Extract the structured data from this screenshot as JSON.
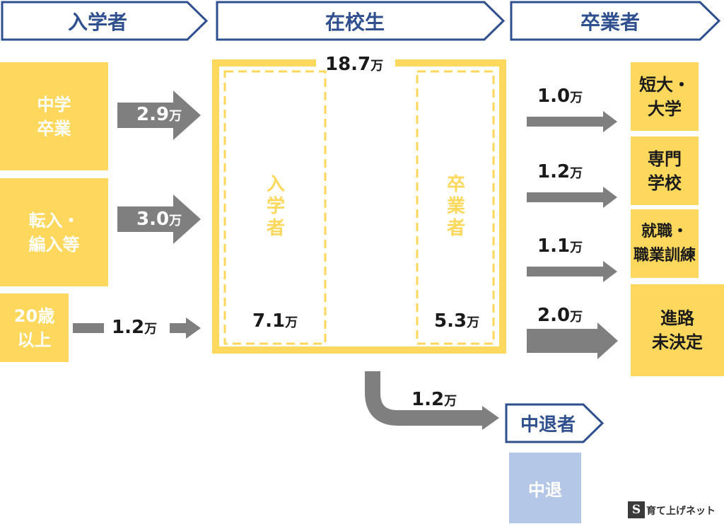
{
  "colors": {
    "yellow": "#fdd85d",
    "arrow_gray": "#7f7f7f",
    "navy": "#2f4f8f",
    "blue_box": "#b4c7e7"
  },
  "headers": {
    "enrollees": "入学者",
    "students": "在校生",
    "graduates": "卒業者",
    "dropouts": "中退者"
  },
  "sources": {
    "junior_high": {
      "label": "中学\n卒業",
      "value": "2.9",
      "unit": "万"
    },
    "transfer": {
      "label": "転入・\n編入等",
      "value": "3.0",
      "unit": "万"
    },
    "over20": {
      "label": "20歳\n以上",
      "value": "1.2",
      "unit": "万"
    }
  },
  "school": {
    "total": {
      "value": "18.7",
      "unit": "万"
    },
    "enrollees": {
      "label": "入学者",
      "value": "7.1",
      "unit": "万"
    },
    "graduates": {
      "label": "卒業者",
      "value": "5.3",
      "unit": "万"
    }
  },
  "destinations": {
    "university": {
      "label": "短大・\n大学",
      "value": "1.0",
      "unit": "万"
    },
    "vocational": {
      "label": "専門\n学校",
      "value": "1.2",
      "unit": "万"
    },
    "employment": {
      "label": "就職・\n職業訓練",
      "value": "1.1",
      "unit": "万"
    },
    "undecided": {
      "label": "進路\n未決定",
      "value": "2.0",
      "unit": "万"
    }
  },
  "dropout": {
    "value": "1.2",
    "unit": "万",
    "box_label": "中退"
  },
  "watermark": {
    "text": "育て上げネット",
    "logo_letter": "S"
  }
}
